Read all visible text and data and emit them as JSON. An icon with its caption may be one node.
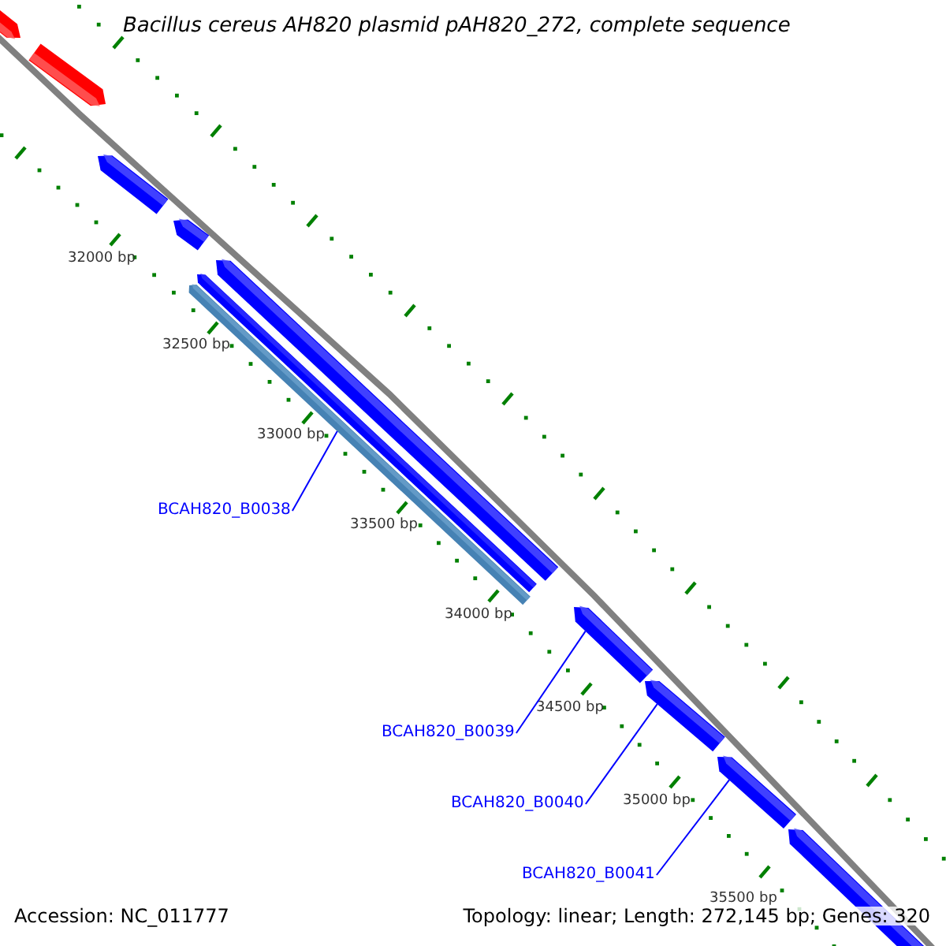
{
  "diagram": {
    "title": "Bacillus cereus AH820 plasmid pAH820_272, complete sequence",
    "nodes": [
      {
        "text": [
          "BCAH820_B0038"
        ]
      },
      {
        "text": [],
        "shape": "bar"
      },
      {
        "text": [
          "BCAH820_B0039"
        ]
      },
      {
        "text": [],
        "shape": "arrow"
      },
      {
        "text": [
          "BCAH820_B0040"
        ]
      },
      {
        "text": [],
        "shape": "arrow"
      },
      {
        "text": [
          "BCAH820_B0041"
        ]
      },
      {
        "text": [],
        "shape": "arrow"
      }
    ],
    "edges": [
      {
        "from": 0,
        "to": 1,
        "arrow": "none"
      },
      {
        "from": 2,
        "to": 3,
        "arrow": "none"
      },
      {
        "from": 4,
        "to": 5,
        "arrow": "none"
      },
      {
        "from": 6,
        "to": 7,
        "arrow": "none"
      }
    ],
    "labels": [
      "32000 bp",
      "32500 bp",
      "33000 bp",
      "33500 bp",
      "34000 bp",
      "34500 bp",
      "35000 bp",
      "35500 bp",
      "Accession: NC_011777",
      "Topology: linear; Length: 272,145 bp; Genes: 320"
    ]
  }
}
